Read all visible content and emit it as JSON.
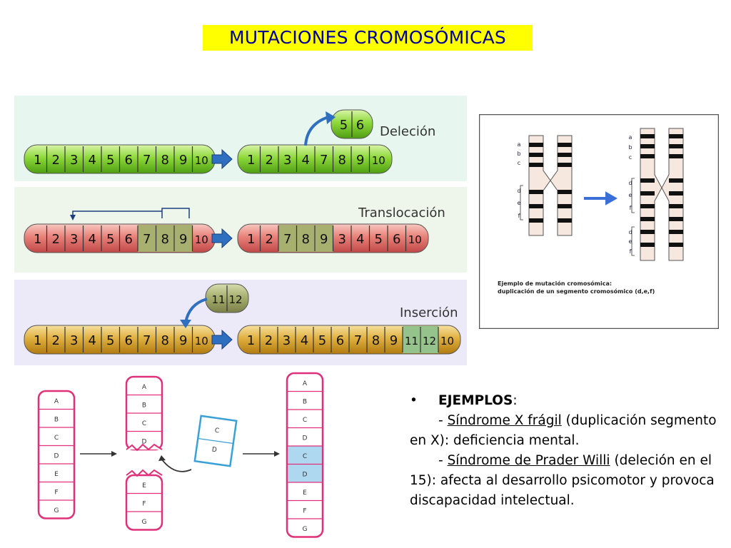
{
  "title": "MUTACIONES CROMOSÓMICAS",
  "panels": {
    "delecion": {
      "label": "Deleción",
      "before": [
        "1",
        "2",
        "3",
        "4",
        "5",
        "6",
        "7",
        "8",
        "9",
        "10"
      ],
      "removed": [
        "5",
        "6"
      ],
      "after": [
        "1",
        "2",
        "3",
        "4",
        "7",
        "8",
        "9",
        "10"
      ]
    },
    "translocacion": {
      "label": "Translocación",
      "before": [
        "1",
        "2",
        "3",
        "4",
        "5",
        "6",
        "7",
        "8",
        "9",
        "10"
      ],
      "after": [
        "1",
        "2",
        "7",
        "8",
        "9",
        "3",
        "4",
        "5",
        "6",
        "10"
      ]
    },
    "insercion": {
      "label": "Inserción",
      "before": [
        "1",
        "2",
        "3",
        "4",
        "5",
        "6",
        "7",
        "8",
        "9",
        "10"
      ],
      "inserted": [
        "11",
        "12"
      ],
      "after": [
        "1",
        "2",
        "3",
        "4",
        "5",
        "6",
        "7",
        "8",
        "9",
        "11",
        "12",
        "10"
      ]
    }
  },
  "duplication_figure": {
    "left_labels": [
      "a",
      "b",
      "c",
      "d",
      "e",
      "f"
    ],
    "right_labels": [
      "a",
      "b",
      "c",
      "d",
      "e",
      "f",
      "d",
      "e",
      "f"
    ],
    "caption_line1": "Ejemplo de mutación cromosómica:",
    "caption_line2": "duplicación de un segmento cromosómico (d,e,f)"
  },
  "insertion_figure": {
    "original": [
      "A",
      "B",
      "C",
      "D",
      "E",
      "F",
      "G"
    ],
    "upper_fragment": [
      "A",
      "B",
      "C",
      "D"
    ],
    "lower_fragment": [
      "E",
      "F",
      "G"
    ],
    "inserted_piece": [
      "C",
      "D"
    ],
    "result": [
      "A",
      "B",
      "C",
      "D",
      "C",
      "D",
      "E",
      "F",
      "G"
    ]
  },
  "examples": {
    "bullet": "•",
    "heading": "EJEMPLOS",
    "heading_colon": ":",
    "ex1_dash": "- ",
    "ex1_name": "Síndrome X frágil",
    "ex1_rest": " (duplicación segmento en X): deficiencia mental.",
    "ex2_dash": "- ",
    "ex2_name": "Síndrome de Prader Willi",
    "ex2_rest": " (deleción en el 15): afecta al desarrollo psicomotor y provoca discapacidad intelectual."
  },
  "colors": {
    "title_bg": "#ffff00",
    "title_text": "#000099",
    "green": "#7ccc2a",
    "red": "#e07070",
    "gold": "#d8a020",
    "arrow": "#2f6fc0",
    "pink_chrom": "#e0307a",
    "blue_piece": "#3aa0d8"
  }
}
